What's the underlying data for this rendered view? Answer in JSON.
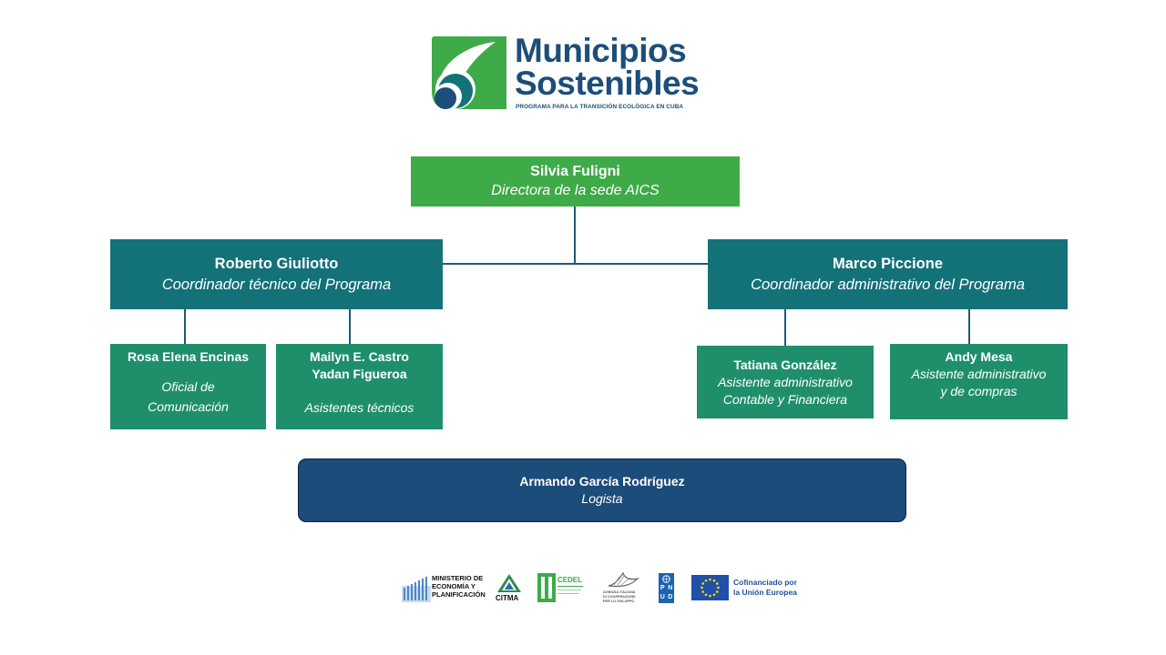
{
  "header": {
    "logo_word1": "Municipios",
    "logo_word2": "Sostenibles",
    "logo_tagline": "PROGRAMA PARA LA TRANSICIÓN ECOLÓGICA EN CUBA",
    "colors": {
      "logo_green": "#3eaa48",
      "logo_blue": "#1d4e79",
      "logo_teal": "#137178"
    }
  },
  "org": {
    "director": {
      "name": "Silvia Fuligni",
      "role": "Directora de la sede AICS"
    },
    "coord_tech": {
      "name": "Roberto Giuliotto",
      "role": "Coordinador técnico del Programa"
    },
    "coord_admin": {
      "name": "Marco Piccione",
      "role": "Coordinador administrativo del Programa"
    },
    "staff_comm": {
      "name": "Rosa Elena Encinas",
      "role_line1": "Oficial de",
      "role_line2": "Comunicación"
    },
    "staff_tech": {
      "name_line1": "Mailyn E. Castro",
      "name_line2": "Yadan Figueroa",
      "role": "Asistentes técnicos"
    },
    "staff_account": {
      "name": "Tatiana González",
      "role_line1": "Asistente administrativo",
      "role_line2": "Contable y Financiera"
    },
    "staff_purchase": {
      "name": "Andy Mesa",
      "role_line1": "Asistente administrativo",
      "role_line2": "y de compras"
    },
    "logistics": {
      "name": "Armando García Rodríguez",
      "role": "Logista"
    },
    "colors": {
      "director": "#3eaa48",
      "coordinators": "#137178",
      "staff": "#1f8f6b",
      "logistics": "#1c4c79",
      "connector": "#1c5a74"
    }
  },
  "footer": {
    "mep_line1": "MINISTERIO DE",
    "mep_line2": "ECONOMÍA  Y",
    "mep_line3": "PLANIFICACIÓN",
    "citma": "CITMA",
    "cedel": "CEDEL",
    "aics_line1": "AGENZIA ITALIANA",
    "aics_line2": "DI COOPERAZIONE",
    "aics_line3": "PER LO SVILUPPO",
    "undp_letters": [
      "P",
      "N",
      "U",
      "D"
    ],
    "eu_line1": "Cofinanciado por",
    "eu_line2": "la Unión Europea"
  }
}
